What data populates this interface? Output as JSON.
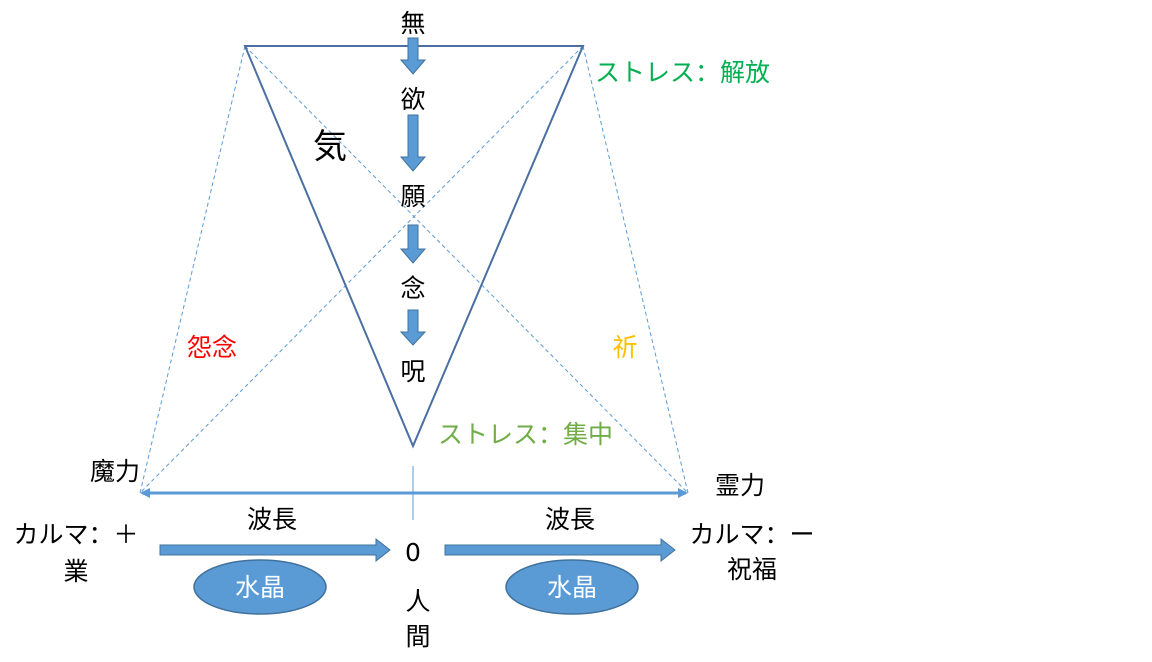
{
  "column": {
    "nothing": "無",
    "desire": "欲",
    "wish": "願",
    "thought": "念",
    "curse": "呪"
  },
  "ki": "気",
  "stress_release": "ストレス：解放",
  "stress_focus": "ストレス：集中",
  "grudge": "怨念",
  "prayer": "祈",
  "magic_power": "魔力",
  "spirit_power": "霊力",
  "wavelength_left": "波長",
  "wavelength_right": "波長",
  "karma_plus": "カルマ：＋",
  "karma_plus_sub": "業",
  "karma_minus": "カルマ：ー",
  "karma_minus_sub": "祝福",
  "zero": "0",
  "human_1": "人",
  "human_2": "間",
  "crystal_left": "水晶",
  "crystal_right": "水晶",
  "colors": {
    "line": "#4a6fa0",
    "arrow": "#5b9bd5",
    "dashed": "#5b9bd5",
    "stress_release": "#00b050",
    "stress_focus": "#70ad47",
    "grudge": "#ff0000",
    "prayer": "#ffc000"
  }
}
